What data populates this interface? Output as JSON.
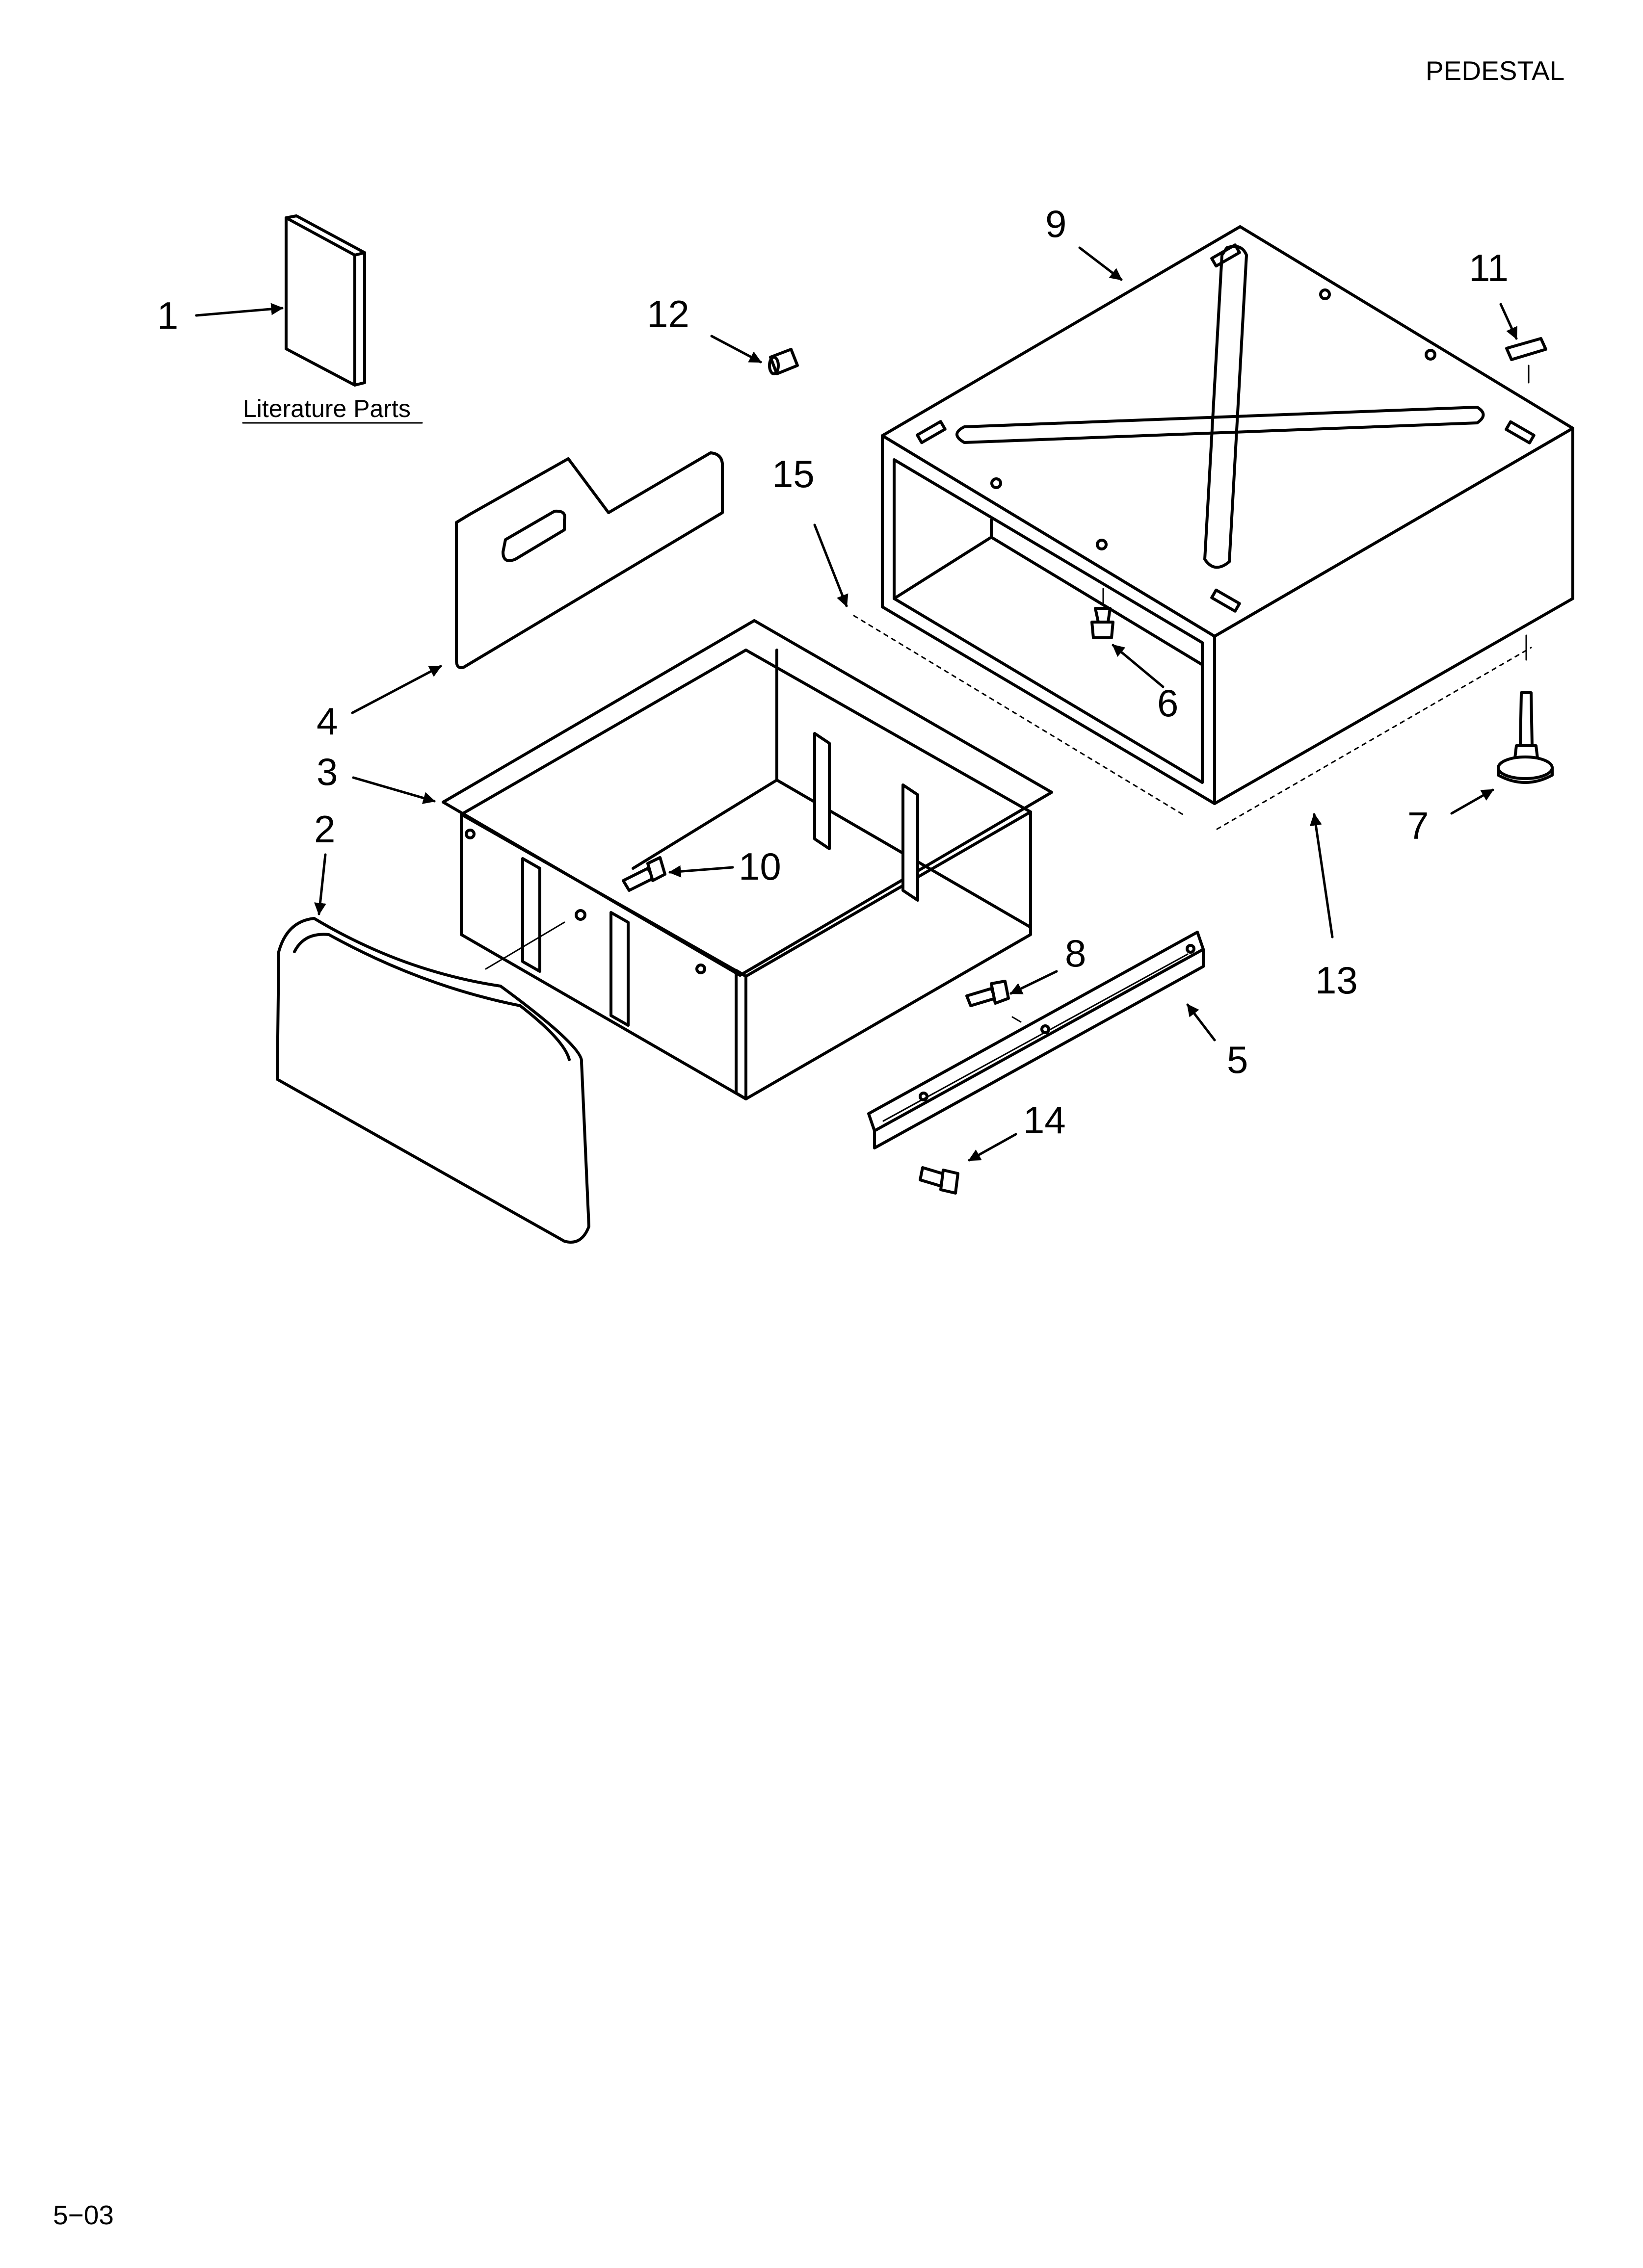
{
  "header": {
    "title": "PEDESTAL"
  },
  "footer": {
    "revision": "5−03"
  },
  "diagram": {
    "literature_caption": "Literature Parts",
    "callouts": {
      "c1": "1",
      "c2": "2",
      "c3": "3",
      "c4": "4",
      "c5": "5",
      "c6": "6",
      "c7": "7",
      "c8": "8",
      "c9": "9",
      "c10": "10",
      "c11": "11",
      "c12": "12",
      "c13": "13",
      "c14": "14",
      "c15": "15"
    }
  }
}
